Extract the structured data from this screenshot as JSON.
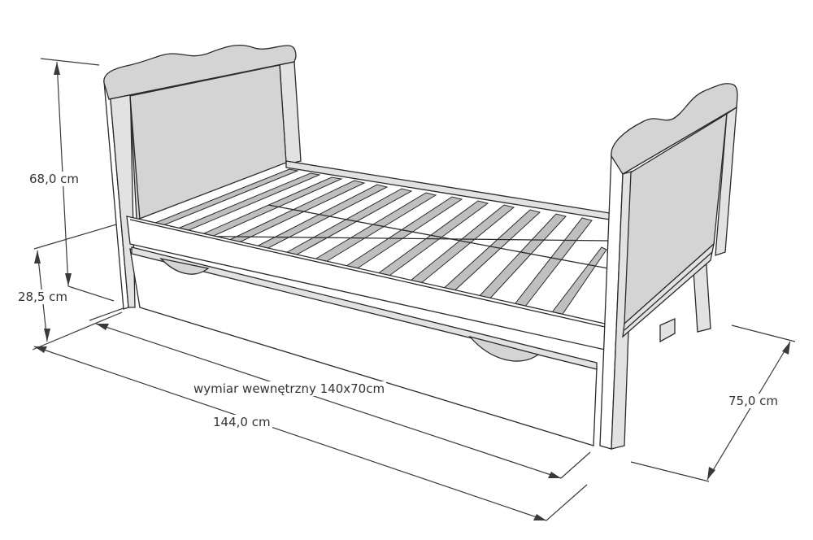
{
  "diagram": {
    "subject": "bed with trundle drawer",
    "colors": {
      "panel": "#d4d4d4",
      "slat": "#bfbfbf",
      "line": "#2a2a2a",
      "background": "#ffffff"
    },
    "dimensions": {
      "headboard_height": "68,0 cm",
      "side_rail_height": "28,5 cm",
      "inner_size": "wymiar wewnętrzny 140x70cm",
      "total_length": "144,0 cm",
      "total_width": "75,0 cm"
    }
  }
}
